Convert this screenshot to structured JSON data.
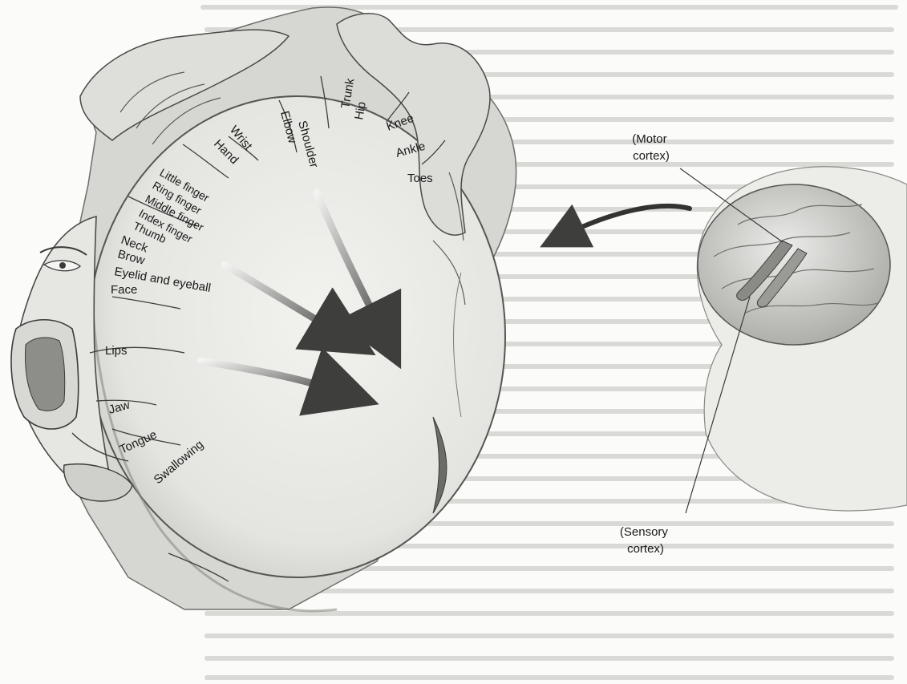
{
  "figure": {
    "motor_cortex_label": [
      "(Motor",
      "cortex)"
    ],
    "sensory_cortex_label": [
      "(Sensory",
      "cortex)"
    ],
    "body_parts": {
      "toes": "Toes",
      "ankle": "Ankle",
      "knee": "Knee",
      "hip": "Hip",
      "trunk": "Trunk",
      "shoulder": "Shoulder",
      "elbow": "Elbow",
      "wrist": "Wrist",
      "hand": "Hand",
      "little_finger": "Little finger",
      "ring_finger": "Ring finger",
      "middle_finger": "Middle finger",
      "index_finger": "Index finger",
      "thumb": "Thumb",
      "neck": "Neck",
      "brow": "Brow",
      "eyelid_and_eyeball": "Eyelid and eyeball",
      "face": "Face",
      "lips": "Lips",
      "jaw": "Jaw",
      "tongue": "Tongue",
      "swallowing": "Swallowing"
    }
  }
}
